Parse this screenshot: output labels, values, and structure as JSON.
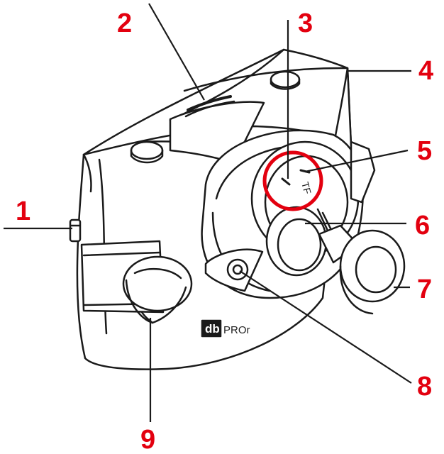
{
  "diagram": {
    "callouts": [
      {
        "id": "1",
        "label": "1"
      },
      {
        "id": "2",
        "label": "2"
      },
      {
        "id": "3",
        "label": "3"
      },
      {
        "id": "4",
        "label": "4"
      },
      {
        "id": "5",
        "label": "5"
      },
      {
        "id": "6",
        "label": "6"
      },
      {
        "id": "7",
        "label": "7"
      },
      {
        "id": "8",
        "label": "8"
      },
      {
        "id": "9",
        "label": "9"
      }
    ],
    "device": {
      "logo": "db",
      "model": "PROr",
      "lens_marking": "TF"
    },
    "colors": {
      "callout": "#e3000f",
      "outline": "#1a1a1a",
      "highlight_circle": "#e3000f"
    }
  }
}
